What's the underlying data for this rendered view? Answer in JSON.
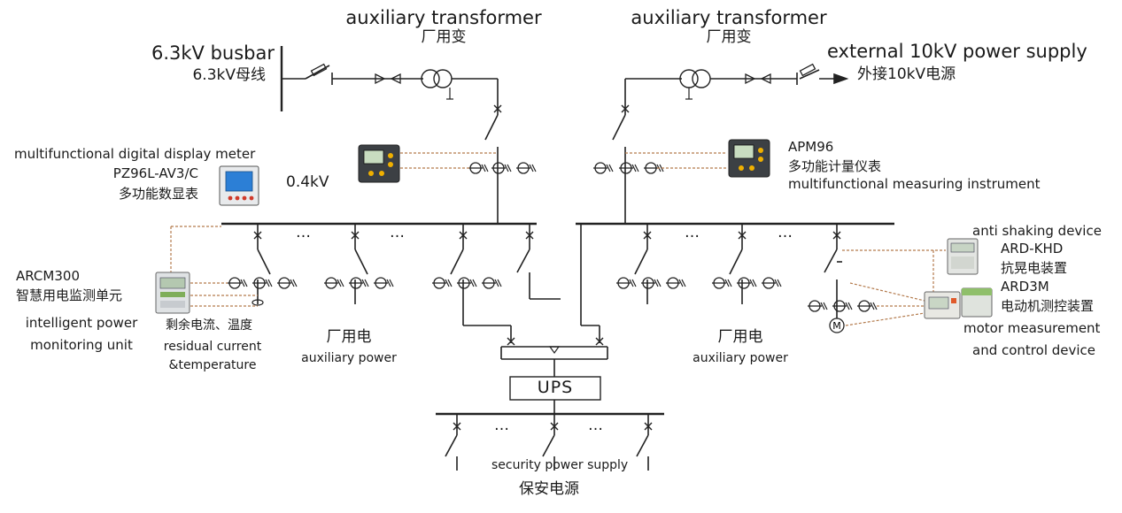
{
  "labels": {
    "aux_transformer_left_en": "auxiliary transformer",
    "aux_transformer_left_cn": "厂用变",
    "aux_transformer_right_en": "auxiliary transformer",
    "aux_transformer_right_cn": "厂用变",
    "busbar_en": "6.3kV busbar",
    "busbar_cn": "6.3kV母线",
    "external_en": "external 10kV power supply",
    "external_cn": "外接10kV电源",
    "pz96_en": "multifunctional digital display meter",
    "pz96_model": "PZ96L-AV3/C",
    "pz96_cn": "多功能数显表",
    "voltage_04": "0.4kV",
    "apm96_model": "APM96",
    "apm96_cn": "多功能计量仪表",
    "apm96_en": "multifunctional measuring instrument",
    "arcm_model": "ARCM300",
    "arcm_cn": "智慧用电监测单元",
    "arcm_en_line1": "intelligent power",
    "arcm_en_line2": "monitoring unit",
    "residual_cn": "剩余电流、温度",
    "residual_en_line1": "residual current",
    "residual_en_line2": "&temperature",
    "aux_power_left_cn": "厂用电",
    "aux_power_left_en": "auxiliary power",
    "aux_power_right_cn": "厂用电",
    "aux_power_right_en": "auxiliary power",
    "anti_en": "anti shaking device",
    "ard_khd": "ARD-KHD",
    "anti_cn": "抗晃电装置",
    "ard3m": "ARD3M",
    "motor_cn": "电动机测控装置",
    "motor_en_line1": "motor measurement",
    "motor_en_line2": "and control device",
    "ups": "UPS",
    "security_en": "security power supply",
    "security_cn": "保安电源",
    "ellipsis": "…",
    "motor_symbol": "M"
  }
}
